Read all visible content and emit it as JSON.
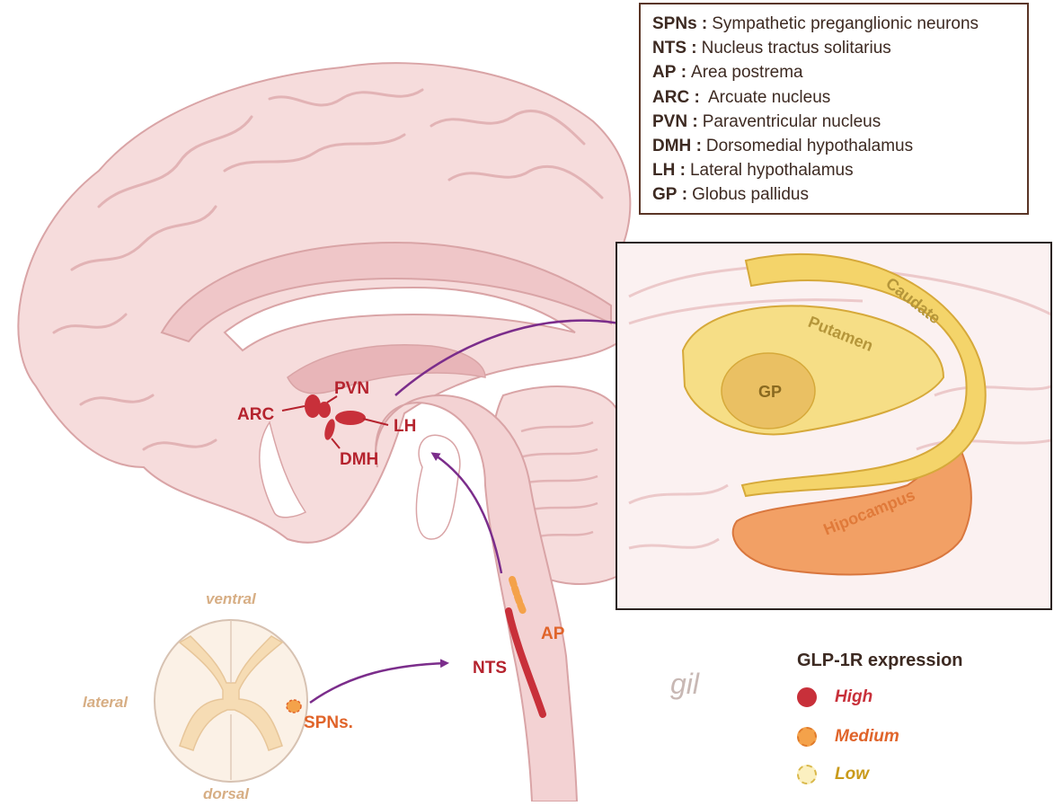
{
  "brain_labels": {
    "arc": "ARC",
    "pvn": "PVN",
    "lh": "LH",
    "dmh": "DMH",
    "nts": "NTS",
    "ap": "AP",
    "spns": "SPNs."
  },
  "spinal_orientation": {
    "ventral": "ventral",
    "dorsal": "dorsal",
    "lateral": "lateral"
  },
  "inset_labels": {
    "caudate": "Caudate",
    "putamen": "Putamen",
    "gp": "GP",
    "hippocampus": "Hipocampus"
  },
  "signature": "gil",
  "abbreviations": [
    {
      "key": "SPNs",
      "sep": ":",
      "value": "Sympathetic preganglionic neurons"
    },
    {
      "key": "NTS",
      "sep": ":",
      "value": "Nucleus tractus solitarius"
    },
    {
      "key": "AP",
      "sep": ":",
      "value": "Area postrema"
    },
    {
      "key": "ARC",
      "sep": ":",
      "value": " Arcuate nucleus"
    },
    {
      "key": "PVN",
      "sep": ":",
      "value": "Paraventricular nucleus"
    },
    {
      "key": "DMH",
      "sep": ":",
      "value": "Dorsomedial hypothalamus"
    },
    {
      "key": "LH",
      "sep": ":",
      "value": "Lateral hypothalamus"
    },
    {
      "key": "GP",
      "sep": ":",
      "value": "Globus pallidus"
    }
  ],
  "legend": {
    "title": "GLP-1R expression",
    "items": [
      {
        "label": "High",
        "fill": "#c8303a",
        "border": "#c8303a",
        "text_color": "#c8303a"
      },
      {
        "label": "Medium",
        "fill": "#f4a24a",
        "border": "#e07a2a",
        "text_color": "#e0642a"
      },
      {
        "label": "Low",
        "fill": "#fbf0c0",
        "border": "#d9b84a",
        "text_color": "#c99a1a"
      }
    ]
  },
  "colors": {
    "brain": "#f6dcdc",
    "brain_line": "#d9a4a6",
    "label_red": "#b5232e",
    "arrow": "#7b2d8b",
    "orange": "#e0642a"
  }
}
